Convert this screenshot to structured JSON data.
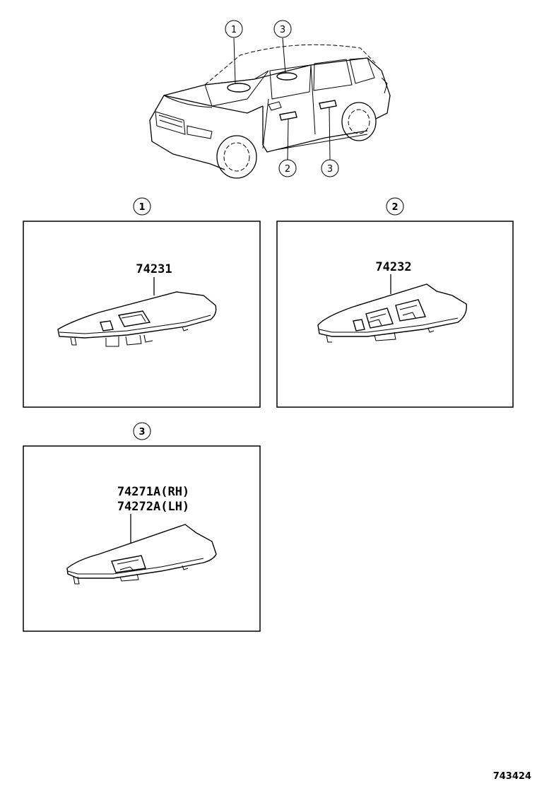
{
  "overview": {
    "callouts": [
      "1",
      "3",
      "2",
      "3"
    ]
  },
  "panels": [
    {
      "index": "1",
      "part_numbers": [
        "74231"
      ]
    },
    {
      "index": "2",
      "part_numbers": [
        "74232"
      ]
    },
    {
      "index": "3",
      "part_numbers": [
        "74271A(RH)",
        "74272A(LH)"
      ]
    }
  ],
  "diagram_id": "743424"
}
